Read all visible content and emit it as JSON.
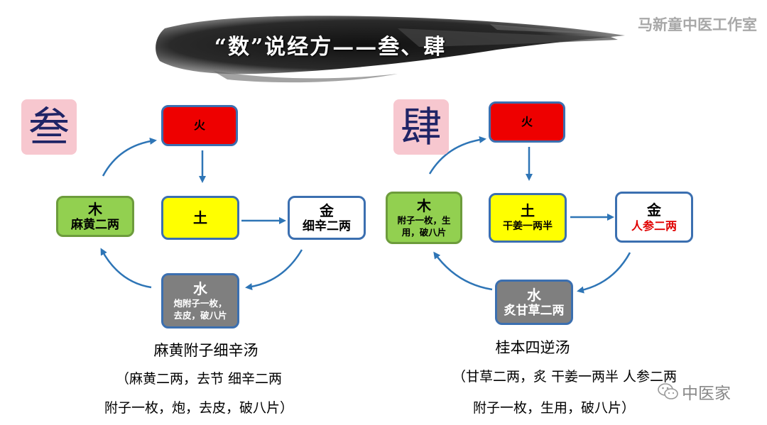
{
  "title": "“数”说经方——叁、肆",
  "studio": "马新童中医工作室",
  "watermark": "中医家",
  "colors": {
    "fire": "#ee0000",
    "earth": "#ffff00",
    "wood": "#92d050",
    "metal": "#ffffff",
    "water": "#7f7f7f",
    "border": "#3b6fb0",
    "arrow": "#2e75b6",
    "ren_shen_text": "#e00000"
  },
  "left": {
    "number": "叁",
    "fire": {
      "element": "火"
    },
    "earth": {
      "element": "土"
    },
    "wood": {
      "element": "木",
      "herb": "麻黄二两"
    },
    "metal": {
      "element": "金",
      "herb": "细辛二两"
    },
    "water": {
      "element": "水",
      "herb_line1": "炮附子一枚，",
      "herb_line2": "去皮，破八片"
    },
    "formula_name": "麻黄附子细辛汤",
    "formula_line1": "（麻黄二两，去节  细辛二两",
    "formula_line2": "附子一枚，炮，去皮，破八片）"
  },
  "right": {
    "number": "肆",
    "fire": {
      "element": "火"
    },
    "earth": {
      "element": "土",
      "herb": "干姜一两半"
    },
    "wood": {
      "element": "木",
      "herb_line1": "附子一枚，生",
      "herb_line2": "用，破八片"
    },
    "metal": {
      "element": "金",
      "herb": "人参二两"
    },
    "water": {
      "element": "水",
      "herb": "炙甘草二两"
    },
    "formula_name": "桂本四逆汤",
    "formula_line1": "（甘草二两，炙  干姜一两半 人参二两",
    "formula_line2": "附子一枚，生用，破八片）"
  }
}
